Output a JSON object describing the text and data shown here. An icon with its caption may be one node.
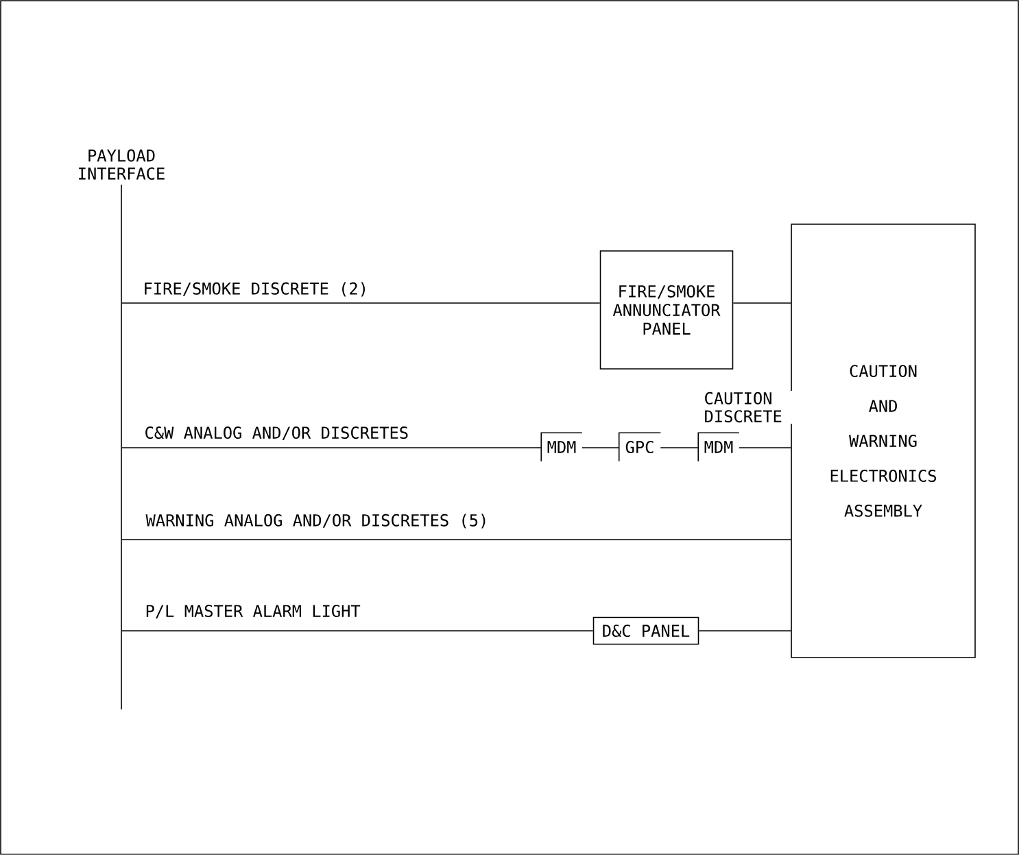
{
  "diagram": {
    "nodes": [
      {
        "text": [
          "PAYLOAD INTERFACE"
        ]
      },
      {
        "text": [
          "FIRE/SMOKE ANNUNCIATOR PANEL"
        ]
      },
      {
        "text": [
          "CAUTION AND WARNING ELECTRONICS ASSEMBLY"
        ]
      },
      {
        "text": [
          "MDM"
        ]
      },
      {
        "text": [
          "GPC"
        ]
      },
      {
        "text": [
          "MDM"
        ]
      },
      {
        "text": [
          "D&C PANEL"
        ]
      }
    ],
    "edges": [
      {
        "from": 0,
        "to": 1,
        "arrow": "none",
        "label": "FIRE/SMOKE DISCRETE (2)"
      },
      {
        "from": 1,
        "to": 2,
        "arrow": "none"
      },
      {
        "from": 0,
        "to": 3,
        "arrow": "none",
        "label": "C&W ANALOG AND/OR DISCRETES"
      },
      {
        "from": 3,
        "to": 4,
        "arrow": "none"
      },
      {
        "from": 4,
        "to": 5,
        "arrow": "none"
      },
      {
        "from": 5,
        "to": 2,
        "arrow": "none",
        "label": "CAUTION DISCRETE"
      },
      {
        "from": 0,
        "to": 2,
        "arrow": "none",
        "label": "WARNING ANALOG AND/OR DISCRETES (5)"
      },
      {
        "from": 0,
        "to": 6,
        "arrow": "none",
        "label": "P/L MASTER ALARM LIGHT"
      },
      {
        "from": 6,
        "to": 2,
        "arrow": "none"
      }
    ]
  }
}
